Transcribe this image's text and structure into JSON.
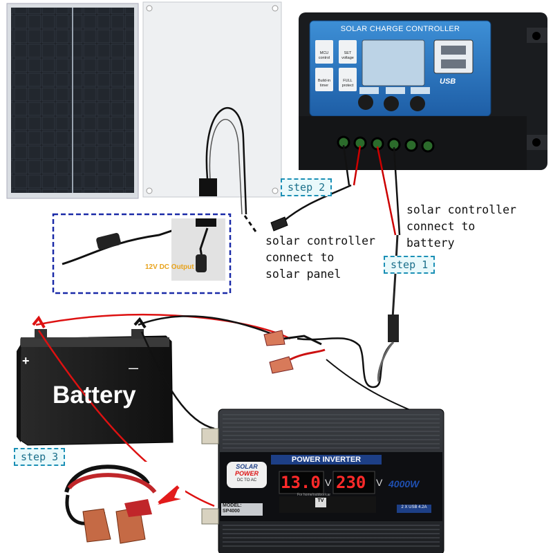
{
  "controller": {
    "title": "SOLAR CHARGE CONTROLLER",
    "buttons": [
      {
        "label_line1": "MCU",
        "label_line2": "control"
      },
      {
        "label_line1": "SET",
        "label_line2": "voltage"
      },
      {
        "label_line1": "Build-in",
        "label_line2": "timer"
      },
      {
        "label_line1": "FULL",
        "label_line2": "protect"
      }
    ],
    "usb_label": "USB"
  },
  "inset": {
    "output_label": "12V DC Output"
  },
  "battery": {
    "label": "Battery",
    "plus": "+",
    "minus": "—"
  },
  "inverter": {
    "title": "POWER INVERTER",
    "brand_line1": "SOLAR",
    "brand_line2": "POWER",
    "brand_line3": "DC TO AC",
    "display_left": "13.0",
    "display_left_unit": "V",
    "display_right": "230",
    "display_right_unit": "V",
    "power": "4000W",
    "model_line1": "MODEL:",
    "model_line2": "SP4000",
    "tv_label": "TV",
    "sub_label": "For home/outdoor/car",
    "usb_spec": "2 X USB 4.2A"
  },
  "steps": {
    "step1": "step 1",
    "step2": "step 2",
    "step3": "step 3"
  },
  "notes": {
    "battery_note": "solar controller\nconnect to\nbattery",
    "panel_note": "solar controller\nconnect to\nsolar panel"
  }
}
